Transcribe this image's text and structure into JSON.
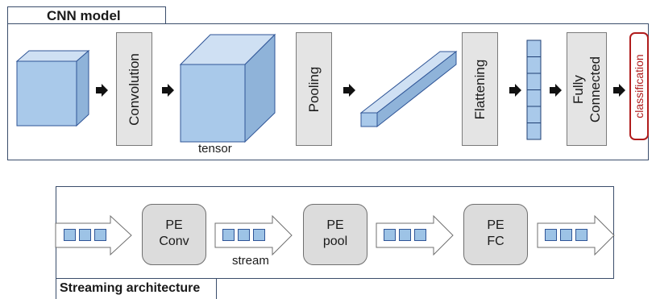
{
  "cnn": {
    "title": "CNN model",
    "convolution_label": "Convolution",
    "pooling_label": "Pooling",
    "flattening_label": "Flattening",
    "fully_connected_line1": "Fully",
    "fully_connected_line2": "Connected",
    "classification_label": "classification",
    "tensor_label": "tensor"
  },
  "streaming": {
    "title": "Streaming architecture",
    "pe_conv_line1": "PE",
    "pe_conv_line2": "Conv",
    "pe_pool_line1": "PE",
    "pe_pool_line2": "pool",
    "pe_fc_line1": "PE",
    "pe_fc_line2": "FC",
    "stream_label": "stream"
  },
  "colors": {
    "cube_fill": "#a9c9ea",
    "process_box_fill": "#e4e4e4",
    "pe_fill": "#dcdcdc",
    "classification_border": "#b01c1c",
    "panel_border": "#3a4d6b"
  }
}
